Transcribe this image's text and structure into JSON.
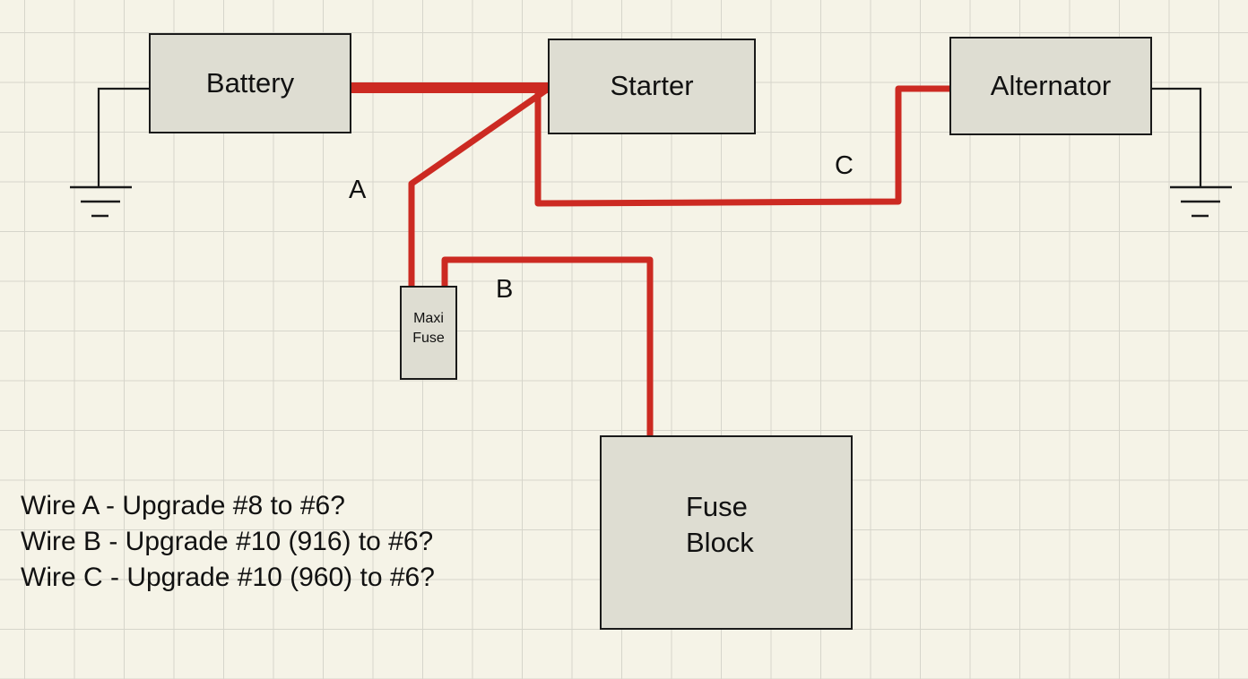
{
  "components": {
    "battery": "Battery",
    "starter": "Starter",
    "alternator": "Alternator",
    "maxi_fuse": "Maxi\nFuse",
    "fuse_block": "Fuse\nBlock"
  },
  "wire_labels": {
    "a": "A",
    "b": "B",
    "c": "C"
  },
  "notes": [
    "Wire A - Upgrade #8 to #6?",
    "Wire B - Upgrade #10 (916) to #6?",
    "Wire C - Upgrade #10 (960) to #6?"
  ],
  "colors": {
    "wire": "#cc2a22",
    "ground": "#1a1a1a",
    "component_fill": "#deddd2",
    "grid_background": "#f5f3e7"
  }
}
